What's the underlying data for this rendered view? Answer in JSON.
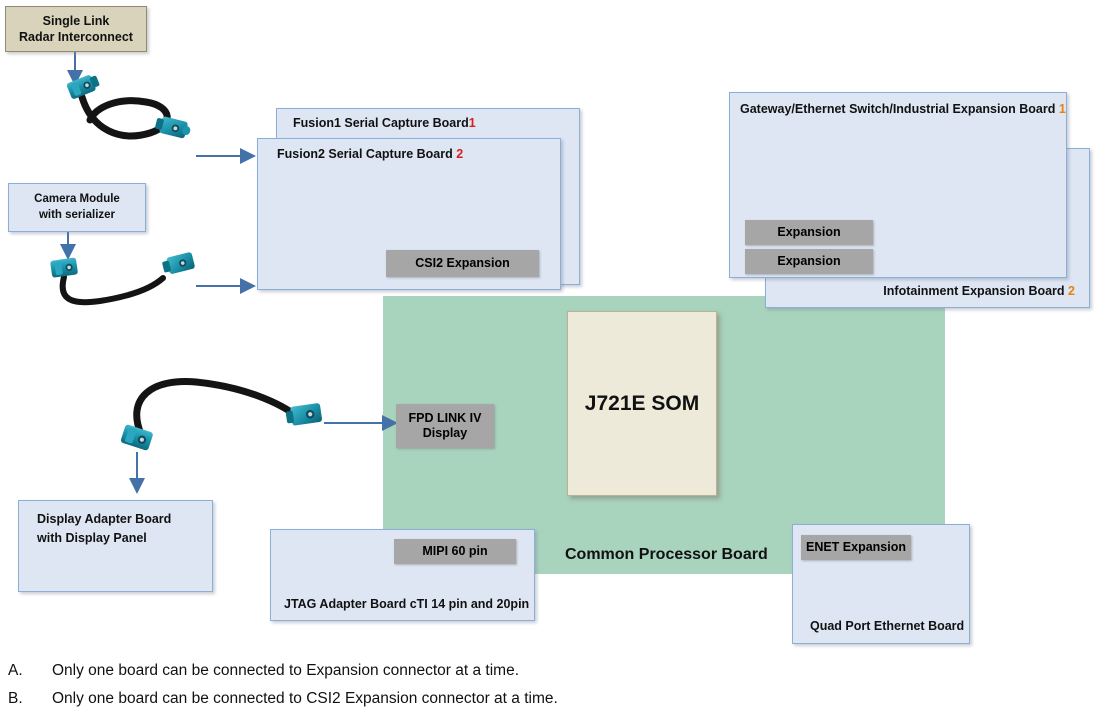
{
  "diagram": {
    "title": "J721E Common Processor Board connectivity diagram",
    "colors": {
      "board_fill": "#dee6f4",
      "board_border": "#8cafd8",
      "chip_fill": "#a6a6a6",
      "processor_board_fill": "#a8d3bd",
      "som_fill": "#eeead9",
      "tan_fill": "#d8d3ba",
      "arrow": "#4472a8",
      "accent_red": "#d71f1f",
      "accent_orange": "#e8820c",
      "connector_teal": "#1b93ab",
      "cable_black": "#111111"
    }
  },
  "boxes": {
    "radar_interconnect": {
      "line1": "Single Link",
      "line2": "Radar Interconnect"
    },
    "camera_module": {
      "line1": "Camera Module",
      "line2": "with serializer"
    },
    "display_adapter": {
      "line1": "Display Adapter Board",
      "line2": "with Display Panel"
    },
    "fusion1": {
      "label": "Fusion1 Serial Capture Board",
      "num": "1"
    },
    "fusion2": {
      "label": "Fusion2 Serial Capture Board",
      "num": "2"
    },
    "gateway": {
      "label": "Gateway/Ethernet Switch/Industrial Expansion Board",
      "num": "1"
    },
    "infotainment": {
      "label": "Infotainment Expansion Board",
      "num": "2"
    },
    "jtag": {
      "label": "JTAG Adapter Board  cTI 14 pin and 20pin"
    },
    "quad_ethernet": {
      "label": "Quad Port Ethernet Board"
    },
    "common_processor": {
      "label": "Common Processor Board"
    },
    "som": {
      "label": "J721E SOM"
    }
  },
  "chips": {
    "csi2_expansion": "CSI2 Expansion",
    "expansion_top": "Expansion",
    "expansion_bottom": "Expansion",
    "fpd_link_line1": "FPD LINK IV",
    "fpd_link_line2": "Display",
    "mipi_60_pin": "MIPI 60 pin",
    "enet_expansion": "ENET Expansion"
  },
  "notes": [
    {
      "label": "A.",
      "text": "Only one board can be connected to Expansion connector at a time."
    },
    {
      "label": "B.",
      "text": "Only one board can be connected to CSI2 Expansion connector at a time."
    }
  ]
}
